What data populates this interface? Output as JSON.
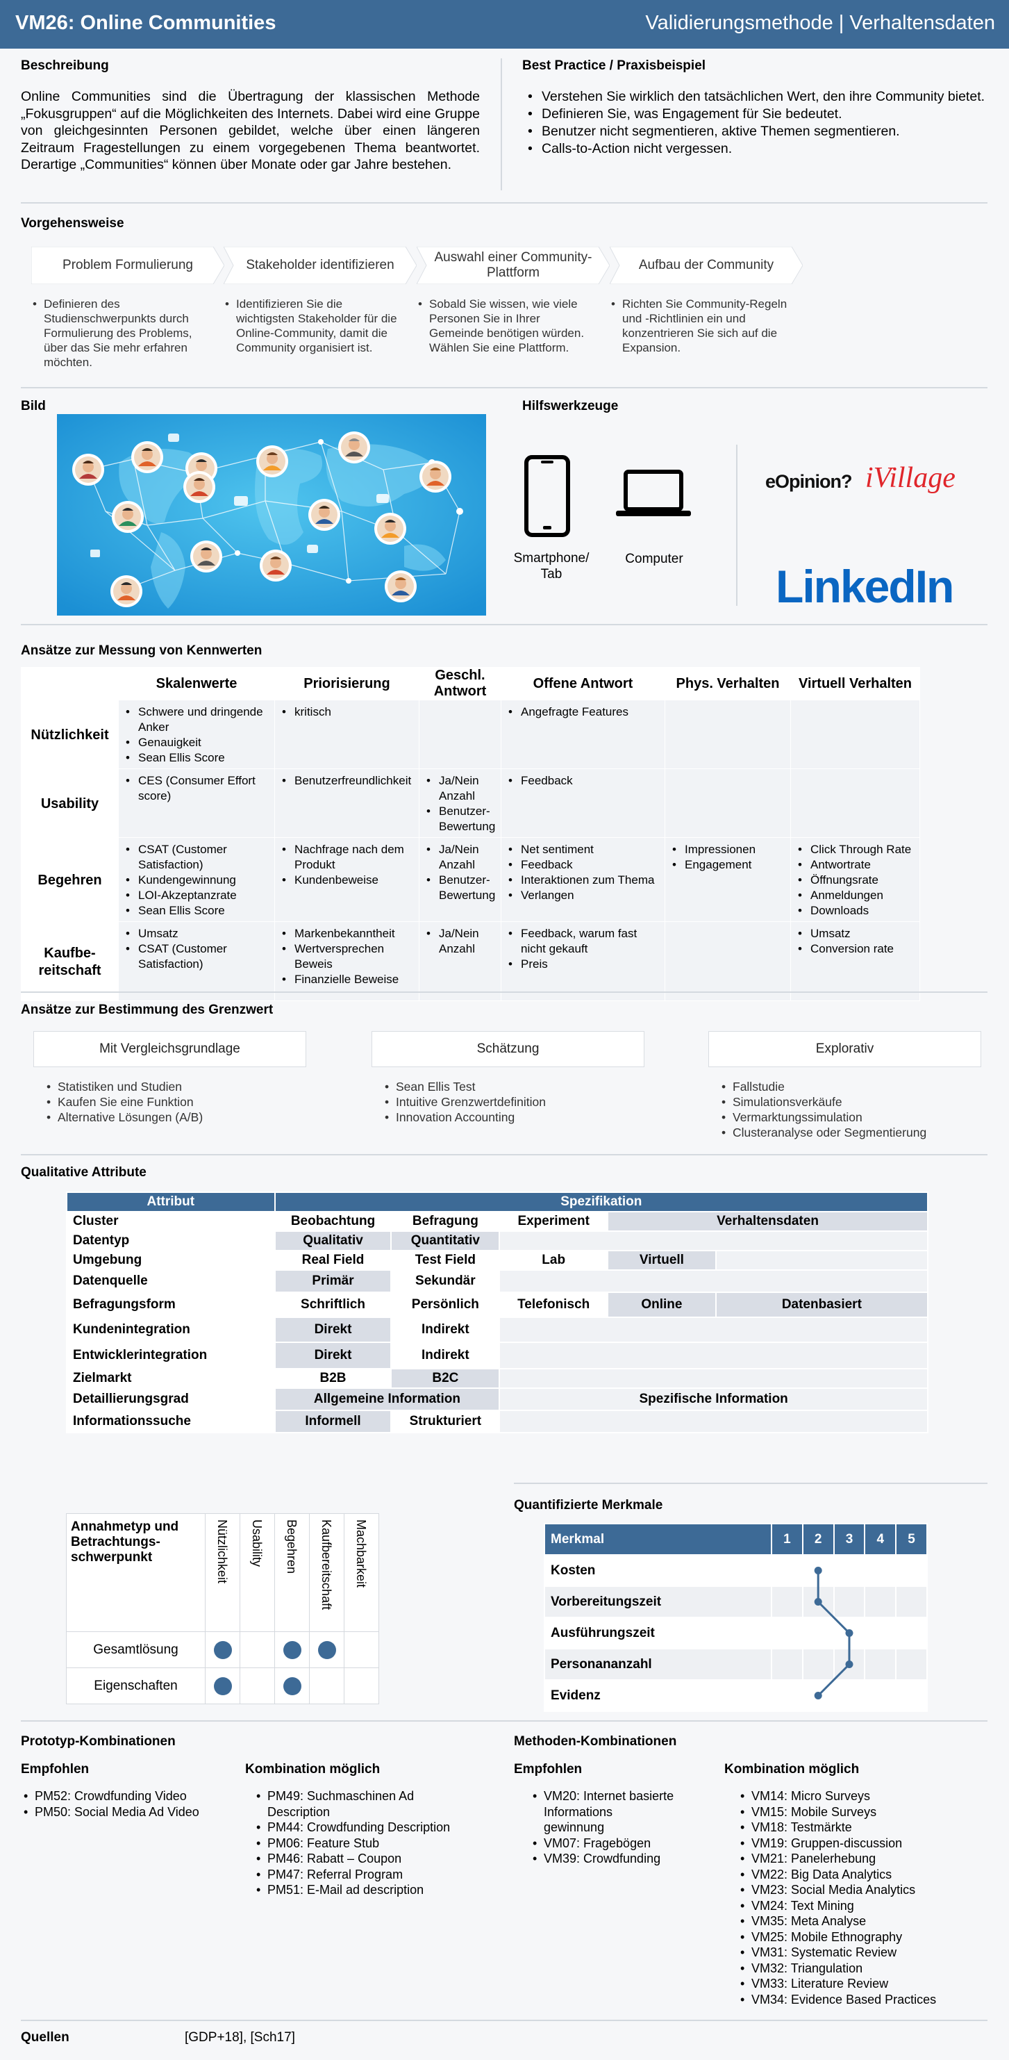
{
  "header": {
    "title": "VM26: Online Communities",
    "subtitle": "Validierungsmethode | Verhaltensdaten"
  },
  "beschreibung": {
    "heading": "Beschreibung",
    "text": "Online Communities sind die Übertragung der klassischen Methode „Fokusgruppen“ auf die Möglichkeiten des Internets. Dabei wird eine Gruppe von gleichgesinnten Personen gebildet, welche über einen längeren Zeitraum Fragestellungen zu einem vorgegebenen Thema beantwortet. Derartige „Communities“ können über Monate oder gar Jahre bestehen."
  },
  "best_practice": {
    "heading": "Best Practice / Praxisbeispiel",
    "items": [
      "Verstehen Sie wirklich den tatsächlichen Wert, den ihre Community bietet.",
      "Definieren Sie, was Engagement  für Sie bedeutet.",
      "Benutzer nicht segmentieren, aktive Themen segmentieren.",
      "Calls-to-Action nicht vergessen."
    ]
  },
  "vorgehensweise": {
    "heading": "Vorgehensweise",
    "steps": [
      {
        "label": "Problem  Formulierung",
        "text": "Definieren des Studienschwerpunkts durch Formulierung des Problems, über das Sie mehr erfahren möchten."
      },
      {
        "label": "Stakeholder identifizieren",
        "text": "Identifizieren Sie die wichtigsten Stakeholder für die Online-Community, damit die Community organisiert ist."
      },
      {
        "label": "Auswahl einer Community-Plattform",
        "text": "Sobald Sie wissen, wie viele Personen Sie in Ihrer Gemeinde benötigen würden. Wählen Sie eine Plattform."
      },
      {
        "label": "Aufbau der Community",
        "text": "Richten Sie Community-Regeln und -Richtlinien ein und konzentrieren Sie sich auf die Expansion."
      }
    ]
  },
  "bild": {
    "heading": "Bild"
  },
  "hilfswerkzeuge": {
    "heading": "Hilfswerkzeuge",
    "tools": [
      {
        "label": "Smartphone/ Tab",
        "icon": "smartphone-icon"
      },
      {
        "label": "Computer",
        "icon": "laptop-icon"
      }
    ],
    "logos": {
      "eopinion": "eOpinion?",
      "ivillage": "iVillage",
      "linkedin": "LinkedIn"
    }
  },
  "messung": {
    "heading": "Ansätze zur Messung von Kennwerten",
    "columns": [
      "Skalenwerte",
      "Priorisierung",
      "Geschl. Antwort",
      "Offene Antwort",
      "Phys. Verhalten",
      "Virtuell  Verhalten"
    ],
    "rows": [
      {
        "label": "Nützlichkeit",
        "cells": [
          [
            "Schwere und dringende Anker",
            "Genauigkeit",
            "Sean Ellis Score"
          ],
          [
            "kritisch"
          ],
          [],
          [
            "Angefragte Features"
          ],
          [],
          []
        ]
      },
      {
        "label": "Usability",
        "cells": [
          [
            "CES (Consumer Effort score)"
          ],
          [
            "Benutzerfreundlichkeit"
          ],
          [
            "Ja/Nein Anzahl",
            "Benutzer-Bewertung"
          ],
          [
            "Feedback"
          ],
          [],
          []
        ]
      },
      {
        "label": "Begehren",
        "cells": [
          [
            "CSAT (Customer Satisfaction)",
            "Kundengewinnung",
            "LOI-Akzeptanzrate",
            "Sean Ellis Score"
          ],
          [
            "Nachfrage nach dem Produkt",
            "Kundenbeweise"
          ],
          [
            "Ja/Nein Anzahl",
            "Benutzer-Bewertung"
          ],
          [
            "Net sentiment",
            "Feedback",
            "Interaktionen zum Thema",
            "Verlangen"
          ],
          [
            "Impressionen",
            "Engagement"
          ],
          [
            "Click Through Rate",
            "Antwortrate",
            "Öffnungsrate",
            "Anmeldungen",
            "Downloads"
          ]
        ]
      },
      {
        "label": "Kaufbe-reitschaft",
        "cells": [
          [
            "Umsatz",
            "CSAT (Customer Satisfaction)"
          ],
          [
            "Markenbekanntheit",
            "Wertversprechen Beweis",
            "Finanzielle Beweise"
          ],
          [
            "Ja/Nein Anzahl"
          ],
          [
            "Feedback, warum fast nicht gekauft",
            "Preis"
          ],
          [],
          [
            "Umsatz",
            "Conversion rate"
          ]
        ]
      }
    ]
  },
  "grenzwert": {
    "heading": "Ansätze zur Bestimmung des Grenzwert",
    "groups": [
      {
        "label": "Mit Vergleichsgrundlage",
        "items": [
          "Statistiken und Studien",
          "Kaufen Sie eine Funktion",
          "Alternative Lösungen (A/B)"
        ]
      },
      {
        "label": "Schätzung",
        "items": [
          "Sean Ellis Test",
          "Intuitive Grenzwertdefinition",
          "Innovation Accounting"
        ]
      },
      {
        "label": "Explorativ",
        "items": [
          "Fallstudie",
          "Simulationsverkäufe",
          "Vermarktungssimulation",
          "Clusteranalyse oder Segmentierung"
        ]
      }
    ]
  },
  "qualitative": {
    "heading": "Qualitative Attribute",
    "col_attribut": "Attribut",
    "col_spezifikation": "Spezifikation",
    "rows": [
      {
        "label": "Cluster",
        "cells": [
          "Beobachtung",
          "Befragung",
          "Experiment",
          "Verhaltensdaten"
        ]
      },
      {
        "label": "Datentyp",
        "cells": [
          "Qualitativ",
          "Quantitativ"
        ]
      },
      {
        "label": "Umgebung",
        "cells": [
          "Real Field",
          "Test Field",
          "Lab",
          "Virtuell"
        ]
      },
      {
        "label": "Datenquelle",
        "cells": [
          "Primär",
          "Sekundär"
        ]
      },
      {
        "label": "Befragungsform",
        "cells": [
          "Schriftlich",
          "Persönlich",
          "Telefonisch",
          "Online",
          "Datenbasiert"
        ]
      },
      {
        "label": "Kundenintegration",
        "cells": [
          "Direkt",
          "Indirekt"
        ]
      },
      {
        "label": "Entwicklerintegration",
        "cells": [
          "Direkt",
          "Indirekt"
        ]
      },
      {
        "label": "Zielmarkt",
        "cells": [
          "B2B",
          "B2C"
        ]
      },
      {
        "label": "Detaillierungsgrad",
        "cells": [
          "Allgemeine  Information",
          "Spezifische Information"
        ]
      },
      {
        "label": "Informationssuche",
        "cells": [
          "Informell",
          "Strukturiert"
        ]
      }
    ]
  },
  "annahmetyp": {
    "heading": "Annahmetyp und Betrachtungs-schwerpunkt",
    "columns": [
      "Nützlichkeit",
      "Usability",
      "Begehren",
      "Kaufbereitschaft",
      "Machbarkeit"
    ],
    "rows": [
      {
        "label": "Gesamtlösung",
        "marks": [
          true,
          false,
          true,
          true,
          false
        ]
      },
      {
        "label": "Eigenschaften",
        "marks": [
          true,
          false,
          true,
          false,
          false
        ]
      }
    ]
  },
  "quantifizierte": {
    "heading": "Quantifizierte Merkmale",
    "col_merkmal": "Merkmal",
    "scale": [
      "1",
      "2",
      "3",
      "4",
      "5"
    ],
    "rows": [
      {
        "label": "Kosten",
        "value": 2
      },
      {
        "label": "Vorbereitungszeit",
        "value": 2
      },
      {
        "label": "Ausführungszeit",
        "value": 3
      },
      {
        "label": "Personananzahl",
        "value": 3
      },
      {
        "label": "Evidenz",
        "value": 2
      }
    ]
  },
  "prototyp": {
    "heading": "Prototyp-Kombinationen",
    "empfohlen_heading": "Empfohlen",
    "empfohlen": [
      "PM52: Crowdfunding Video",
      "PM50: Social Media Ad Video"
    ],
    "moeglich_heading": "Kombination möglich",
    "moeglich": [
      "PM49: Suchmaschinen Ad Description",
      "PM44: Crowdfunding Description",
      "PM06: Feature Stub",
      "PM46: Rabatt – Coupon",
      "PM47: Referral Program",
      "PM51: E-Mail ad description"
    ]
  },
  "methoden": {
    "heading": "Methoden-Kombinationen",
    "empfohlen_heading": "Empfohlen",
    "empfohlen": [
      "VM20: Internet basierte Informations gewinnung",
      "VM07: Fragebögen",
      "VM39: Crowdfunding"
    ],
    "moeglich_heading": "Kombination möglich",
    "moeglich": [
      "VM14: Micro Surveys",
      "VM15: Mobile Surveys",
      "VM18: Testmärkte",
      "VM19: Gruppen-discussion",
      "VM21: Panelerhebung",
      "VM22: Big Data Analytics",
      "VM23: Social Media Analytics",
      "VM24: Text Mining",
      "VM35: Meta Analyse",
      "VM25: Mobile Ethnography",
      "VM31:  Systematic Review",
      "VM32: Triangulation",
      "VM33: Literature Review",
      "VM34: Evidence Based Practices"
    ]
  },
  "quellen": {
    "heading": "Quellen",
    "text": "[GDP+18], [Sch17]"
  },
  "colors": {
    "primary": "#3d6a96",
    "light_grey": "#d9dde5",
    "linkedin": "#0a66c2",
    "ivillage": "#e0262b"
  }
}
